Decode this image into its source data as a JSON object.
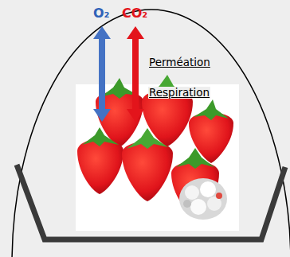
{
  "diagram": {
    "labels": [
      "O₂",
      "CO₂",
      "Perméation",
      "Respiration"
    ]
  }
}
